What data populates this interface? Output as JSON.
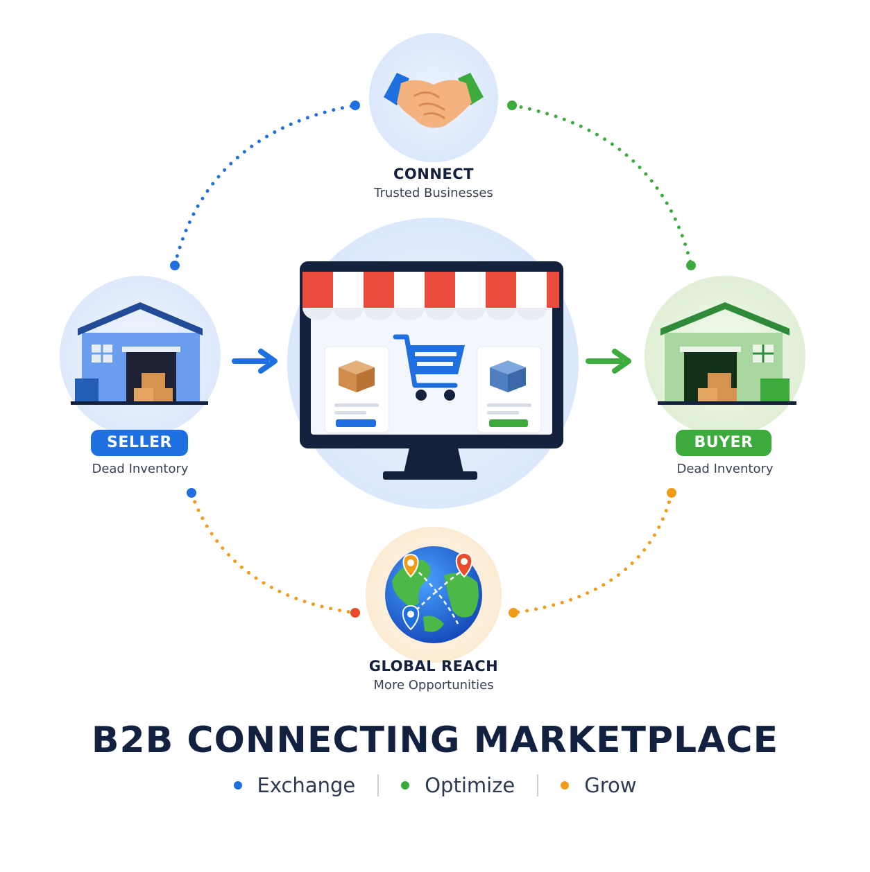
{
  "title": "B2B CONNECTING MARKETPLACE",
  "nodes": {
    "connect": {
      "title": "CONNECT",
      "subtitle": "Trusted Businesses"
    },
    "seller": {
      "title": "SELLER",
      "subtitle": "Dead Inventory"
    },
    "buyer": {
      "title": "BUYER",
      "subtitle": "Dead Inventory"
    },
    "global": {
      "title": "GLOBAL REACH",
      "subtitle": "More Opportunities"
    }
  },
  "tagline": [
    {
      "label": "Exchange",
      "color": "#1e6fe0"
    },
    {
      "label": "Optimize",
      "color": "#3daa3d"
    },
    {
      "label": "Grow",
      "color": "#f29a1a"
    }
  ],
  "colors": {
    "blue": "#1e6fe0",
    "green": "#3daa3d",
    "orange": "#f29a1a",
    "red": "#ea4b2c",
    "navy": "#12213f"
  },
  "icons": [
    "handshake-icon",
    "warehouse-icon",
    "storefront-monitor-icon",
    "shopping-cart-icon",
    "globe-icon",
    "location-pin-icon",
    "arrow-right-icon"
  ]
}
